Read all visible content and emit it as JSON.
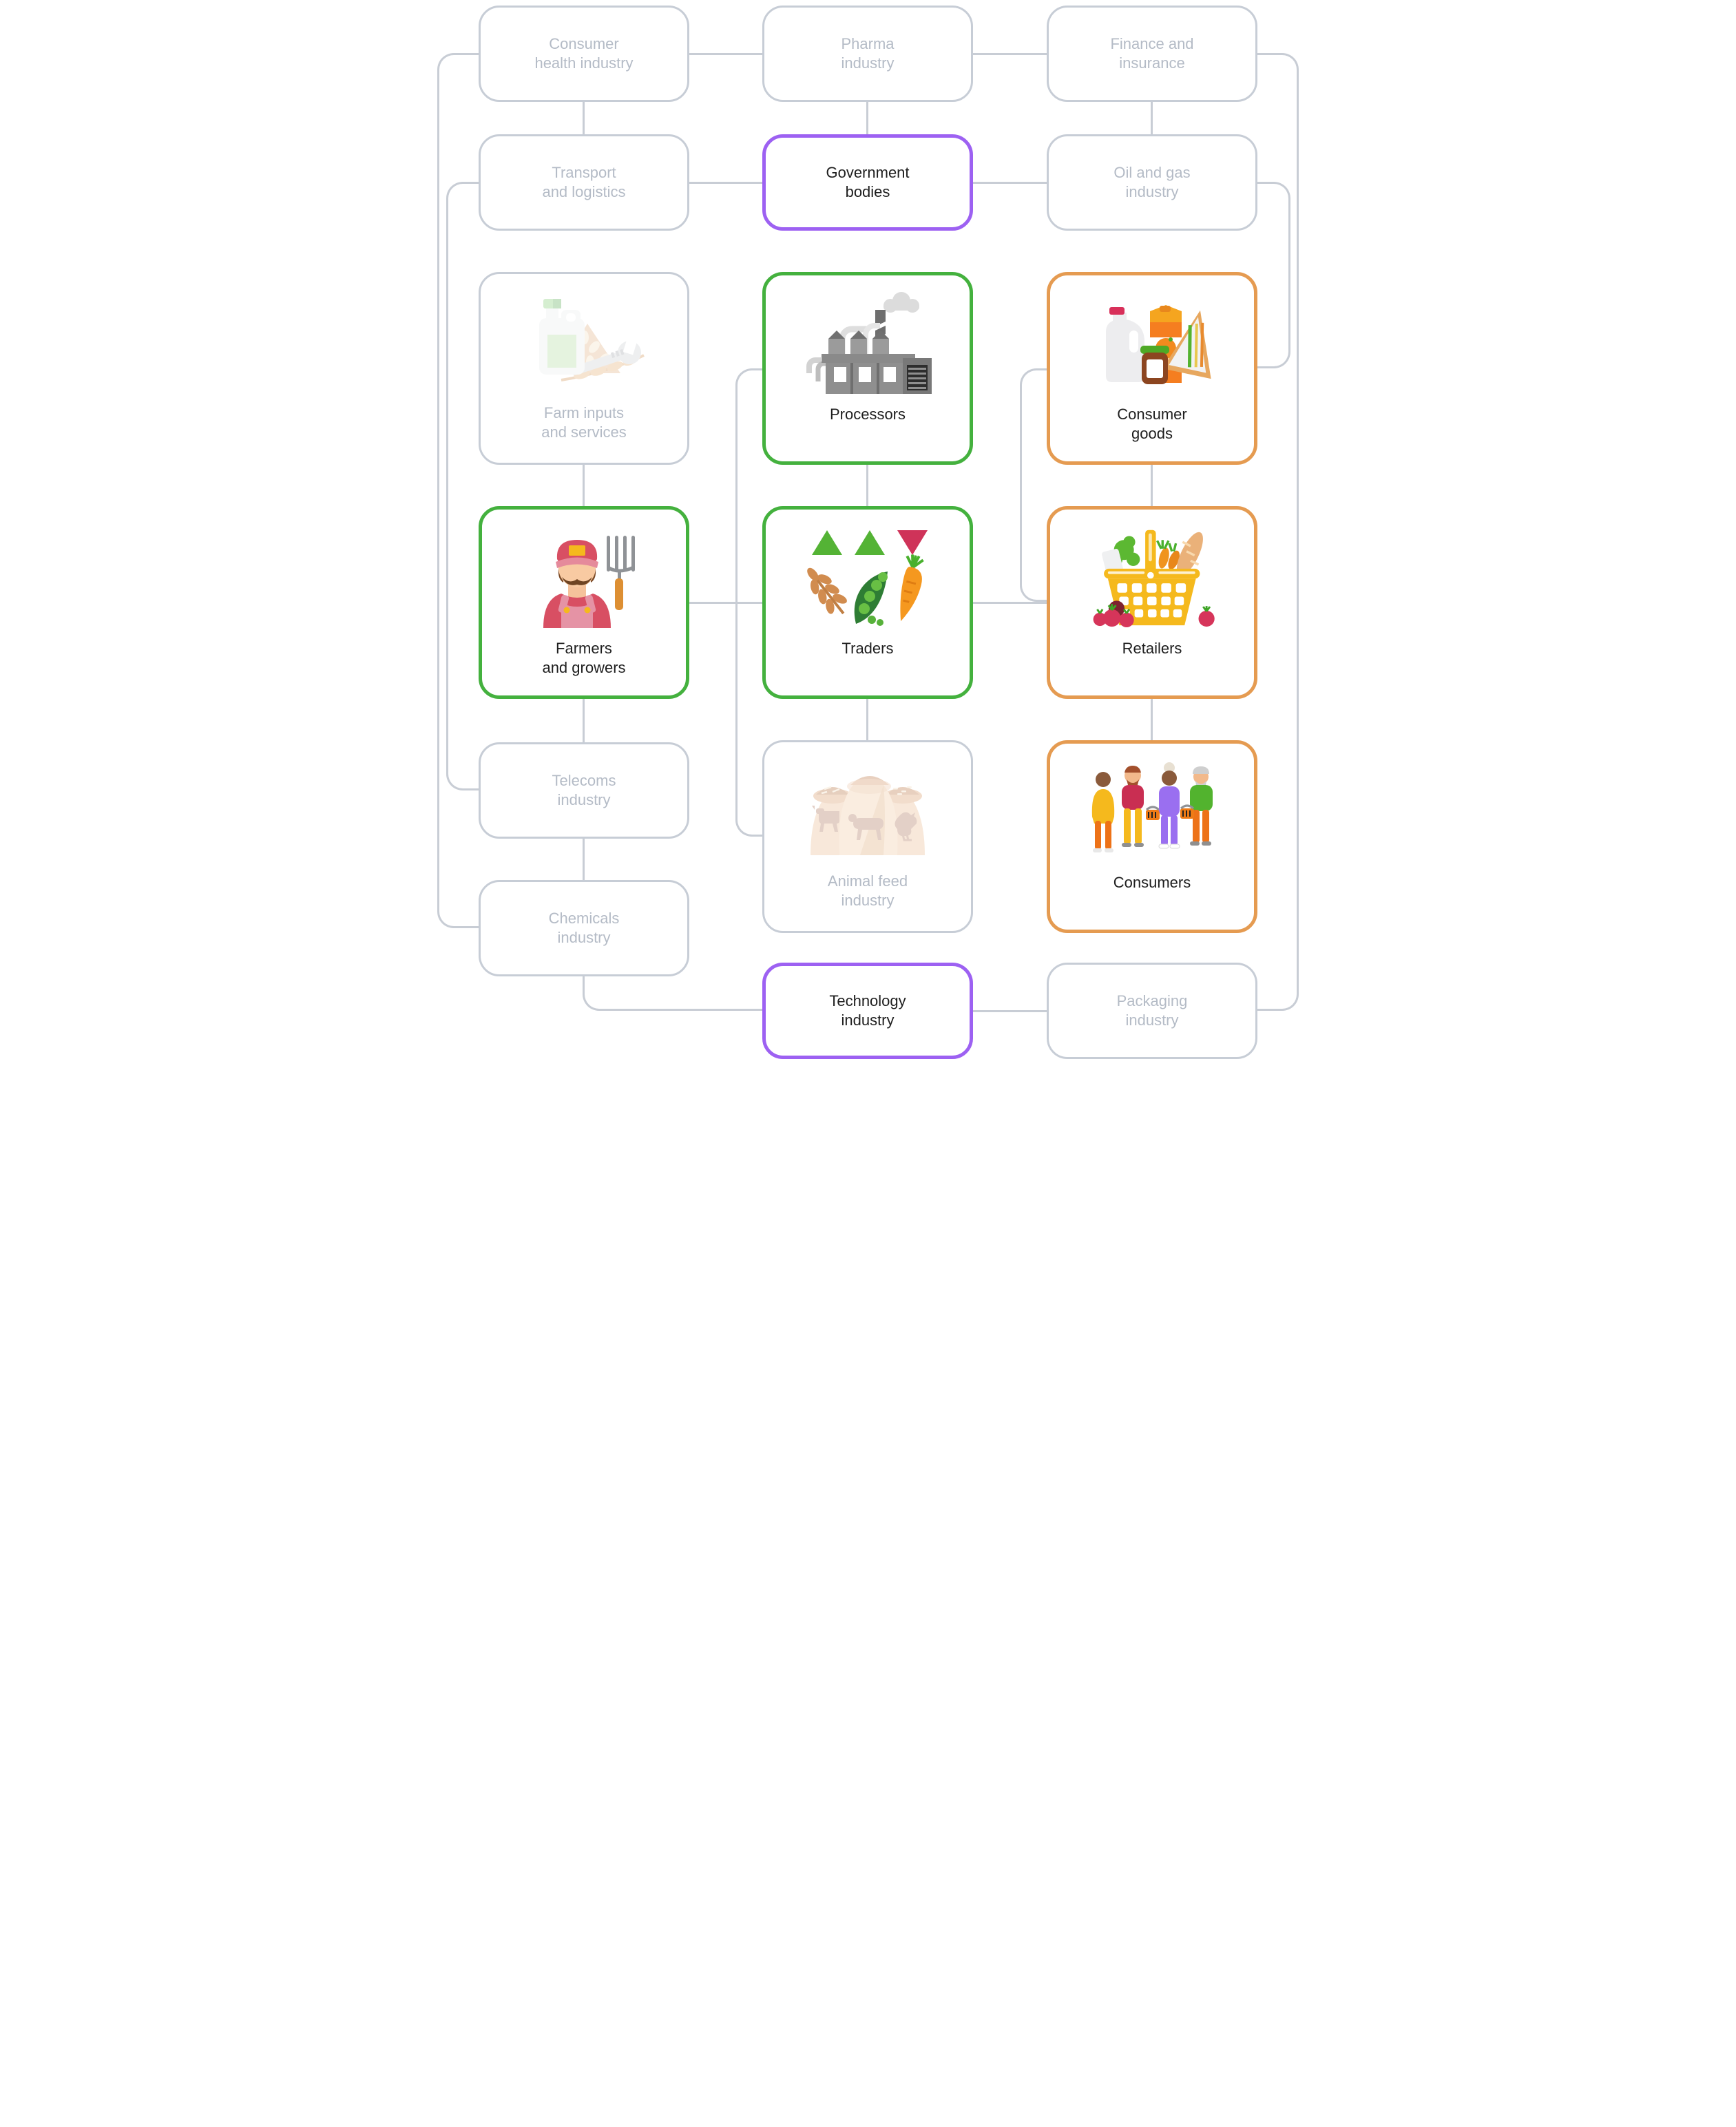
{
  "colors": {
    "gray_border": "#c7cdd6",
    "gray_text": "#b4bbc6",
    "green_border": "#44b13e",
    "purple_border": "#9d61f2",
    "orange_border": "#e59b51",
    "dark_text": "#1e1e1e",
    "connector": "#c8cdd5",
    "background": "#ffffff"
  },
  "nodes": [
    {
      "id": "consumer-health-industry",
      "lines": [
        "Consumer",
        "health industry"
      ],
      "border": "gray",
      "icon": null
    },
    {
      "id": "pharma-industry",
      "lines": [
        "Pharma",
        "industry"
      ],
      "border": "gray",
      "icon": null
    },
    {
      "id": "finance-and-insurance",
      "lines": [
        "Finance and",
        "insurance"
      ],
      "border": "gray",
      "icon": null
    },
    {
      "id": "transport-and-logistics",
      "lines": [
        "Transport",
        "and logistics"
      ],
      "border": "gray",
      "icon": null
    },
    {
      "id": "government-bodies",
      "lines": [
        "Government",
        "bodies"
      ],
      "border": "purple",
      "icon": null
    },
    {
      "id": "oil-and-gas-industry",
      "lines": [
        "Oil and gas",
        "industry"
      ],
      "border": "gray",
      "icon": null
    },
    {
      "id": "farm-inputs-and-services",
      "lines": [
        "Farm inputs",
        "and services"
      ],
      "border": "gray",
      "icon": "farm-inputs-icon"
    },
    {
      "id": "processors",
      "lines": [
        "Processors"
      ],
      "border": "green",
      "icon": "factory-icon"
    },
    {
      "id": "consumer-goods",
      "lines": [
        "Consumer",
        "goods"
      ],
      "border": "orange",
      "icon": "groceries-icon"
    },
    {
      "id": "farmers-and-growers",
      "lines": [
        "Farmers",
        "and growers"
      ],
      "border": "green",
      "icon": "farmer-icon"
    },
    {
      "id": "traders",
      "lines": [
        "Traders"
      ],
      "border": "green",
      "icon": "commodities-icon"
    },
    {
      "id": "retailers",
      "lines": [
        "Retailers"
      ],
      "border": "orange",
      "icon": "shopping-basket-icon"
    },
    {
      "id": "telecoms-industry",
      "lines": [
        "Telecoms",
        "industry"
      ],
      "border": "gray",
      "icon": null
    },
    {
      "id": "animal-feed-industry",
      "lines": [
        "Animal feed",
        "industry"
      ],
      "border": "gray",
      "icon": "feed-sacks-icon"
    },
    {
      "id": "consumers",
      "lines": [
        "Consumers"
      ],
      "border": "orange",
      "icon": "people-icon"
    },
    {
      "id": "chemicals-industry",
      "lines": [
        "Chemicals",
        "industry"
      ],
      "border": "gray",
      "icon": null
    },
    {
      "id": "technology-industry",
      "lines": [
        "Technology",
        "industry"
      ],
      "border": "purple",
      "icon": null
    },
    {
      "id": "packaging-industry",
      "lines": [
        "Packaging",
        "industry"
      ],
      "border": "gray",
      "icon": null
    }
  ],
  "connections": [
    [
      "consumer-health-industry",
      "pharma-industry"
    ],
    [
      "pharma-industry",
      "finance-and-insurance"
    ],
    [
      "consumer-health-industry",
      "transport-and-logistics"
    ],
    [
      "pharma-industry",
      "government-bodies"
    ],
    [
      "finance-and-insurance",
      "oil-and-gas-industry"
    ],
    [
      "transport-and-logistics",
      "government-bodies"
    ],
    [
      "government-bodies",
      "oil-and-gas-industry"
    ],
    [
      "farm-inputs-and-services",
      "farmers-and-growers"
    ],
    [
      "processors",
      "traders"
    ],
    [
      "consumer-goods",
      "retailers"
    ],
    [
      "farmers-and-growers",
      "traders"
    ],
    [
      "traders",
      "retailers"
    ],
    [
      "farmers-and-growers",
      "telecoms-industry"
    ],
    [
      "traders",
      "animal-feed-industry"
    ],
    [
      "retailers",
      "consumers"
    ],
    [
      "telecoms-industry",
      "chemicals-industry"
    ],
    [
      "chemicals-industry",
      "technology-industry"
    ],
    [
      "technology-industry",
      "packaging-industry"
    ],
    [
      "consumer-health-industry",
      "chemicals-industry"
    ],
    [
      "transport-and-logistics",
      "telecoms-industry"
    ],
    [
      "finance-and-insurance",
      "packaging-industry"
    ],
    [
      "oil-and-gas-industry",
      "consumer-goods"
    ],
    [
      "processors",
      "animal-feed-industry"
    ],
    [
      "consumer-goods",
      "traders-retailers-link"
    ]
  ]
}
